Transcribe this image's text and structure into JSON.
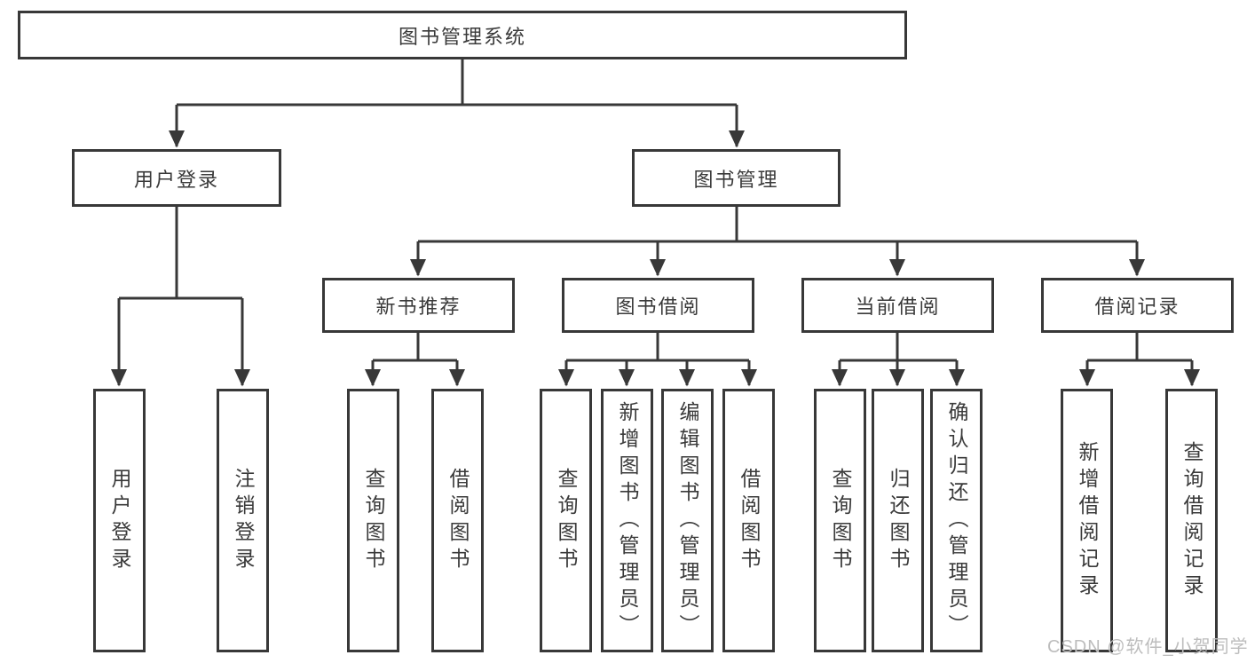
{
  "tree": {
    "root": {
      "label": "图书管理系统"
    },
    "branches": [
      {
        "label": "用户登录",
        "children": [
          {
            "label": "用户登录"
          },
          {
            "label": "注销登录"
          }
        ]
      },
      {
        "label": "图书管理",
        "children": [
          {
            "label": "新书推荐",
            "children": [
              {
                "label": "查询图书"
              },
              {
                "label": "借阅图书"
              }
            ]
          },
          {
            "label": "图书借阅",
            "children": [
              {
                "label": "查询图书"
              },
              {
                "label": "新增图书（管理员）"
              },
              {
                "label": "编辑图书（管理员）"
              },
              {
                "label": "借阅图书"
              }
            ]
          },
          {
            "label": "当前借阅",
            "children": [
              {
                "label": "查询图书"
              },
              {
                "label": "归还图书"
              },
              {
                "label": "确认归还（管理员）"
              }
            ]
          },
          {
            "label": "借阅记录",
            "children": [
              {
                "label": "新增借阅记录"
              },
              {
                "label": "查询借阅记录"
              }
            ]
          }
        ]
      }
    ]
  },
  "watermark": "CSDN @软件_小贺同学",
  "colors": {
    "line": "#383838",
    "text": "#3a3a3a",
    "watermark": "#bdbdbd",
    "background": "#ffffff"
  }
}
